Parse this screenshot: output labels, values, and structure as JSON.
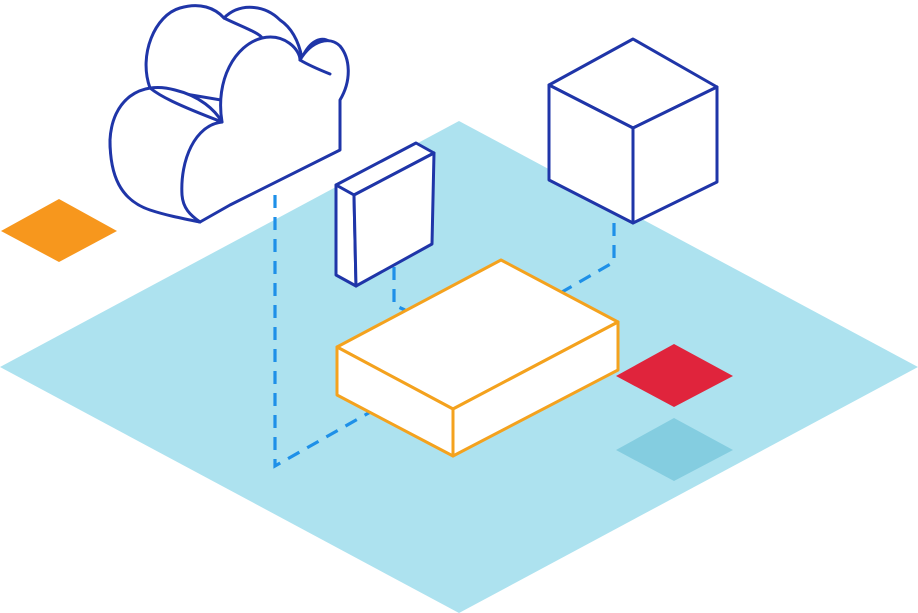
{
  "diagram": {
    "style": "isometric infrastructure illustration",
    "text": [],
    "colors": {
      "floor": "#ADE2EF",
      "outline_blue": "#1F35A8",
      "connector_blue": "#1E90E8",
      "device_orange": "#F4A21E",
      "tile_orange": "#F7971D",
      "tile_red": "#E0243C",
      "tile_shadow": "#84CDE0",
      "fill_white": "#FFFFFF"
    },
    "objects": [
      {
        "id": "cloud",
        "icon": "cloud-icon"
      },
      {
        "id": "device",
        "icon": "server-panel-icon"
      },
      {
        "id": "cube",
        "icon": "cube-icon"
      },
      {
        "id": "appliance",
        "icon": "router-box-icon"
      }
    ],
    "connections": [
      {
        "from": "cloud",
        "to": "appliance",
        "style": "dashed"
      },
      {
        "from": "device",
        "to": "appliance",
        "style": "dashed"
      },
      {
        "from": "cube",
        "to": "appliance",
        "style": "dashed"
      }
    ]
  }
}
